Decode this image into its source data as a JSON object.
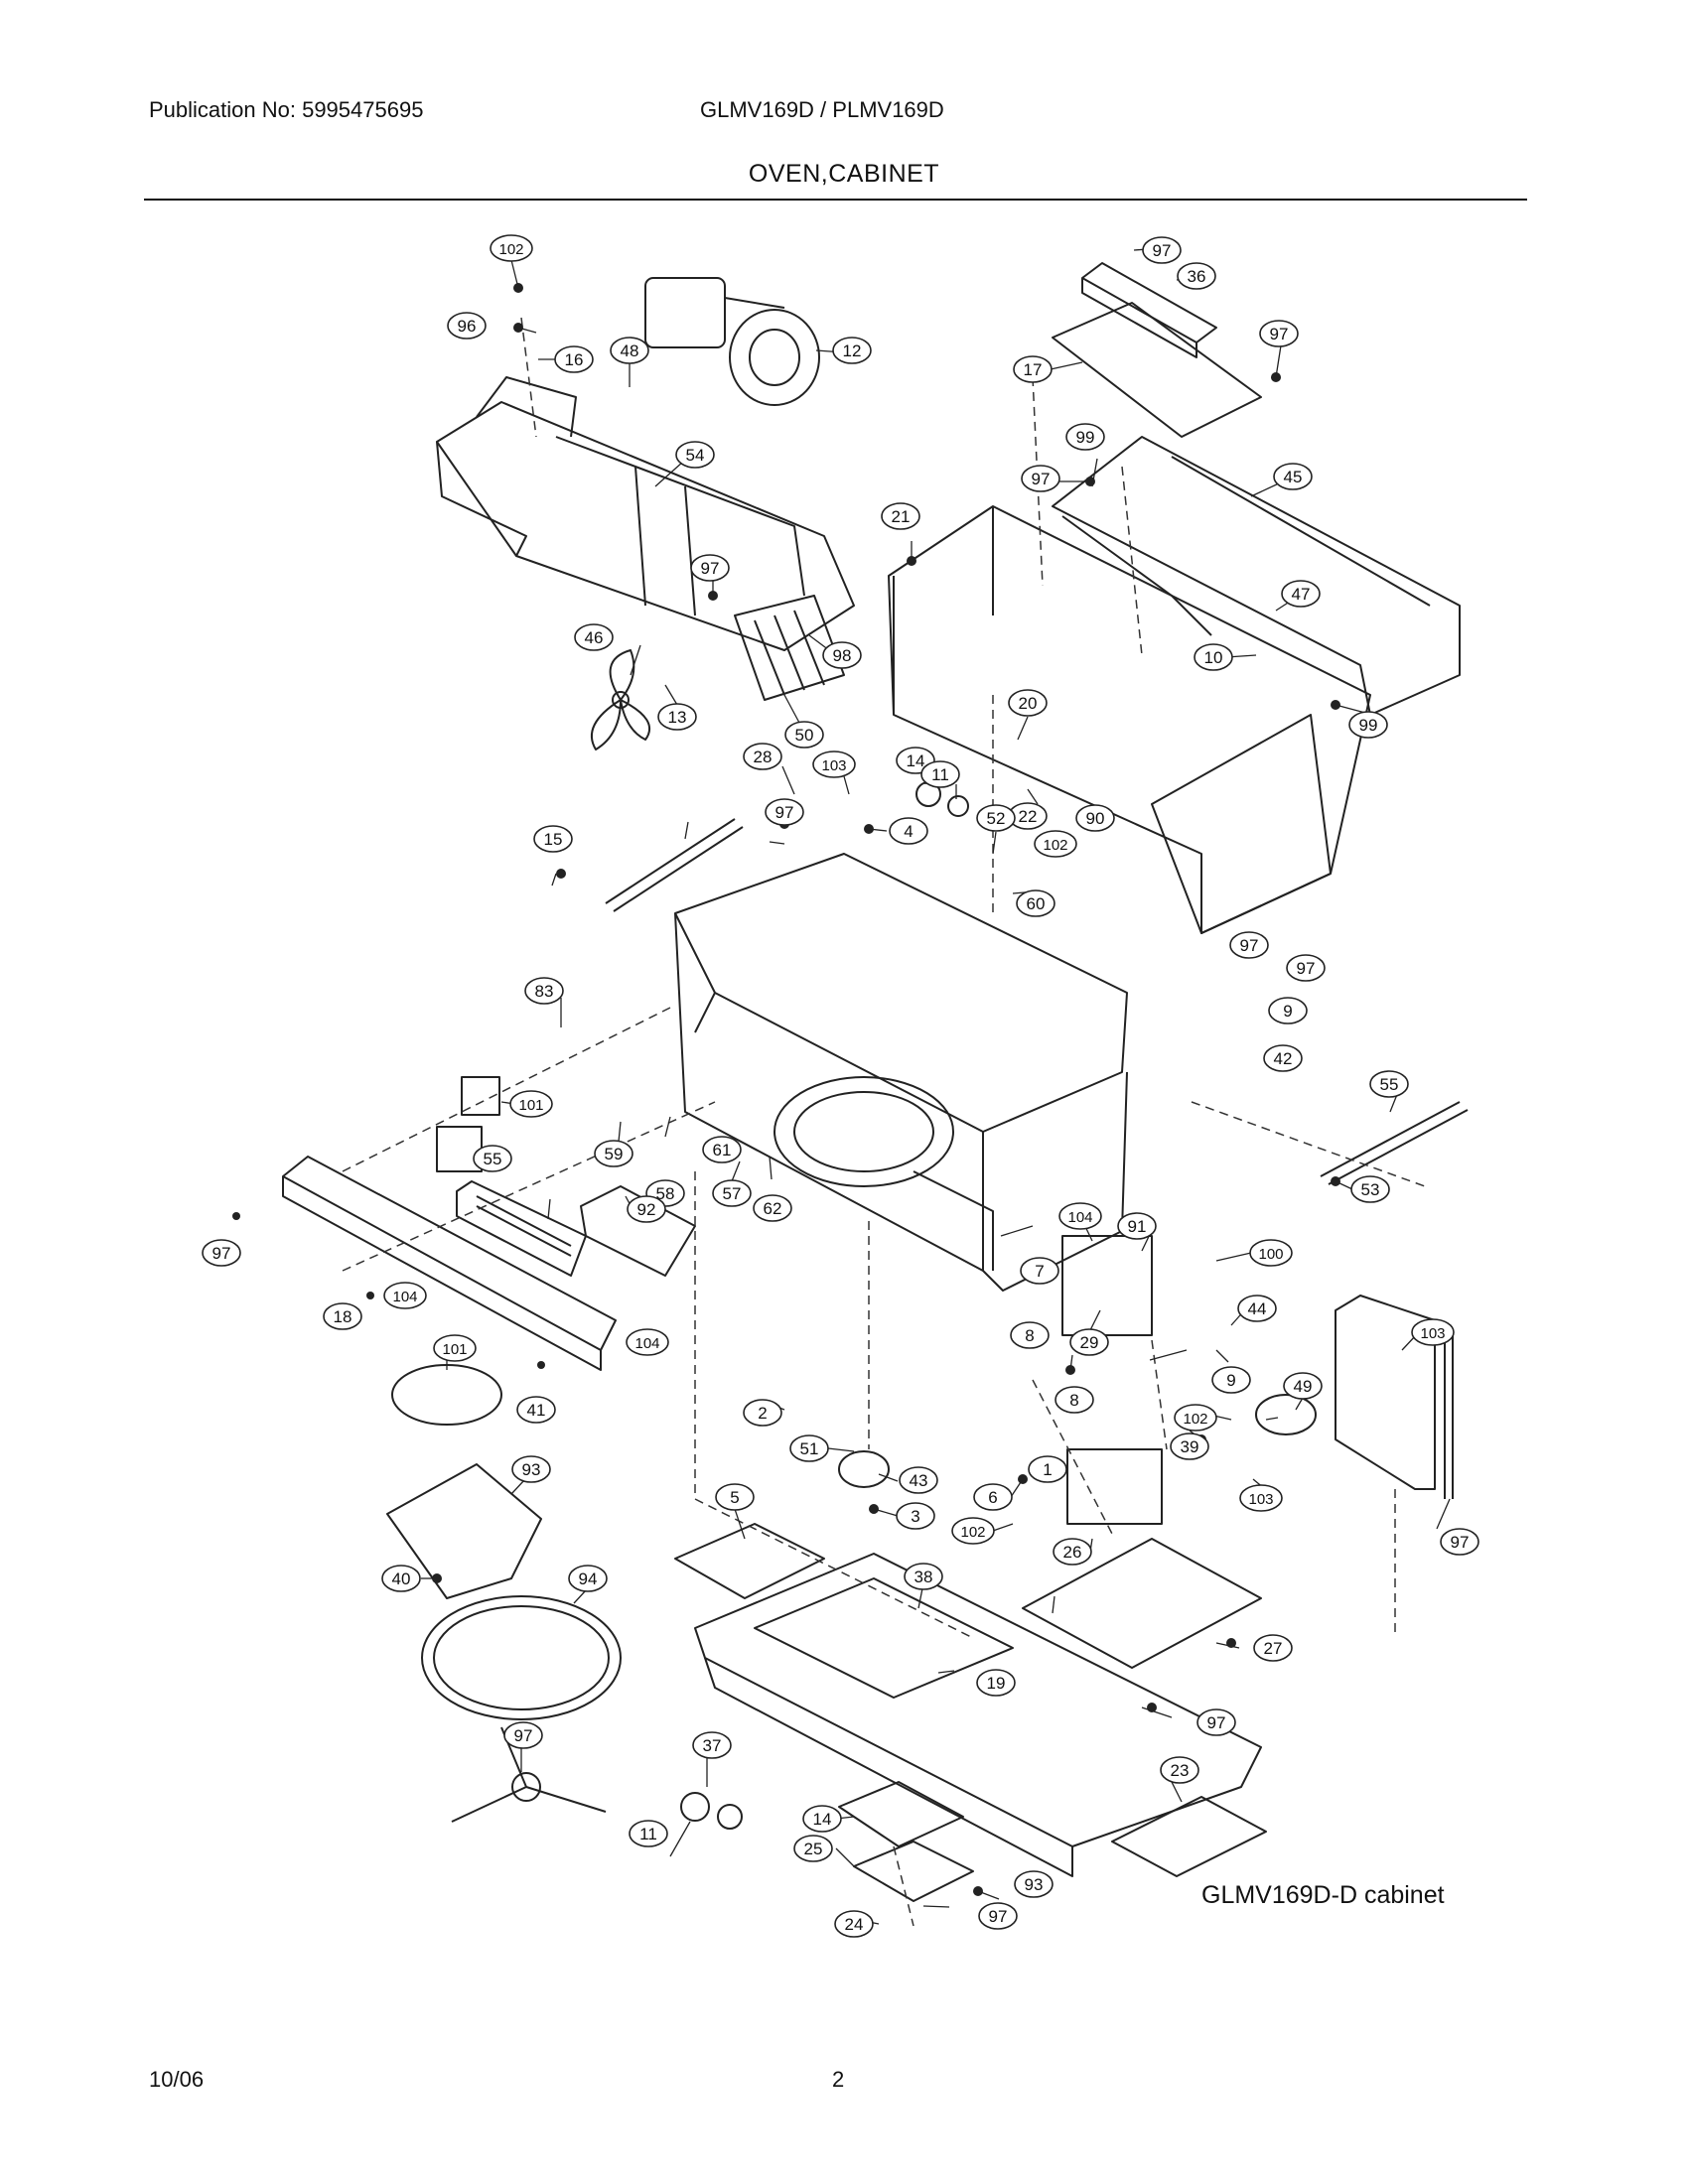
{
  "header": {
    "publication": "Publication No: 5995475695",
    "model": "GLMV169D / PLMV169D",
    "section_title": "OVEN,CABINET"
  },
  "diagram": {
    "caption": "GLMV169D-D cabinet",
    "callouts": [
      "102",
      "96",
      "16",
      "48",
      "12",
      "54",
      "97",
      "46",
      "13",
      "50",
      "98",
      "97",
      "36",
      "17",
      "97",
      "99",
      "97",
      "45",
      "21",
      "47",
      "10",
      "99",
      "20",
      "22",
      "90",
      "28",
      "103",
      "14",
      "11",
      "97",
      "4",
      "52",
      "15",
      "102",
      "60",
      "97",
      "97",
      "9",
      "42",
      "83",
      "101",
      "59",
      "55",
      "61",
      "58",
      "92",
      "57",
      "62",
      "55",
      "53",
      "97",
      "104",
      "18",
      "104",
      "101",
      "41",
      "104",
      "91",
      "7",
      "100",
      "8",
      "29",
      "44",
      "9",
      "8",
      "103",
      "49",
      "2",
      "51",
      "43",
      "3",
      "102",
      "39",
      "103",
      "1",
      "6",
      "102",
      "5",
      "93",
      "40",
      "94",
      "38",
      "26",
      "19",
      "27",
      "97",
      "97",
      "37",
      "11",
      "14",
      "25",
      "23",
      "93",
      "97",
      "24",
      "97",
      "50"
    ]
  },
  "footer": {
    "date": "10/06",
    "page": "2"
  }
}
